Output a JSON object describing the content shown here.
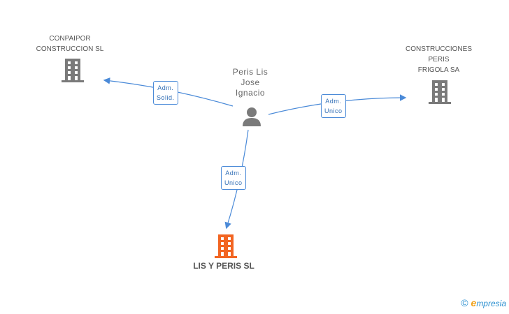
{
  "nodes": {
    "left_company": {
      "lines": [
        "CONPAIPOR",
        "CONSTRUCCION SL"
      ],
      "color": "#7a7a7a"
    },
    "right_company": {
      "lines": [
        "CONSTRUCCIONES",
        "PERIS",
        "FRIGOLA SA"
      ],
      "color": "#7a7a7a"
    },
    "person": {
      "lines": [
        "Peris Lis",
        "Jose",
        "Ignacio"
      ],
      "color": "#7a7a7a"
    },
    "main_company": {
      "label": "LIS Y PERIS SL",
      "color": "#f26522"
    }
  },
  "edges": [
    {
      "id": "to-left",
      "label_lines": [
        "Adm.",
        "Solid."
      ]
    },
    {
      "id": "to-right",
      "label_lines": [
        "Adm.",
        "Unico"
      ]
    },
    {
      "id": "to-main",
      "label_lines": [
        "Adm.",
        "Unico"
      ]
    }
  ],
  "colors": {
    "edge": "#4a8ad8"
  },
  "brand": {
    "copyright": "©",
    "initial": "e",
    "name": "mpresia"
  }
}
